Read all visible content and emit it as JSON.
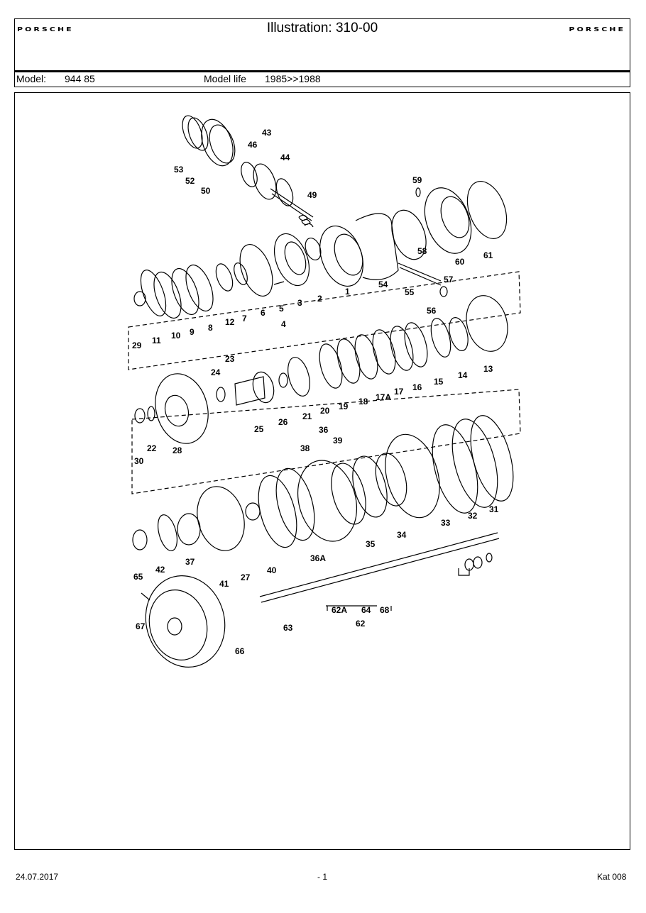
{
  "header": {
    "brand_left": "PORSCHE",
    "brand_right": "PORSCHE",
    "title": "Illustration: 310-00"
  },
  "model_bar": {
    "model_label": "Model:",
    "model_value": "944 85",
    "life_label": "Model life",
    "life_value": "1985>>1988"
  },
  "callouts": [
    "53",
    "52",
    "50",
    "46",
    "43",
    "44",
    "49",
    "59",
    "60",
    "61",
    "58",
    "54",
    "55",
    "57",
    "56",
    "1",
    "2",
    "3",
    "4",
    "5",
    "6",
    "7",
    "12",
    "8",
    "9",
    "10",
    "11",
    "29",
    "23",
    "24",
    "25",
    "26",
    "21",
    "20",
    "19",
    "18",
    "17A",
    "17",
    "16",
    "15",
    "14",
    "13",
    "22",
    "28",
    "30",
    "36",
    "38",
    "39",
    "35",
    "34",
    "33",
    "32",
    "31",
    "37",
    "42",
    "65",
    "41",
    "27",
    "40",
    "36A",
    "62A",
    "64",
    "68",
    "62",
    "63",
    "67",
    "66"
  ],
  "footer": {
    "date": "24.07.2017",
    "page": "- 1",
    "catalog": "Kat 008"
  }
}
